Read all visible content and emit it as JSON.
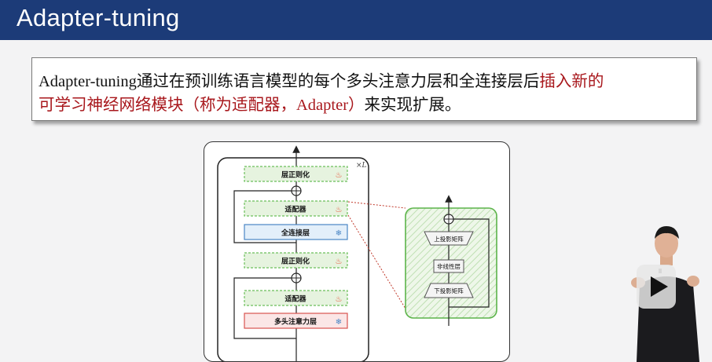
{
  "slide": {
    "title": "Adapter-tuning"
  },
  "callout": {
    "line1_normal": "Adapter-tuning通过在预训练语言模型的每个多头注意力层和全连接层后",
    "line1_highlight": "插入新的",
    "line2_highlight": "可学习神经网络模块（称为适配器，Adapter）",
    "line2_normal": "来实现扩展。"
  },
  "diagram": {
    "repeat_label": "×L",
    "blocks": {
      "norm_top": "层正则化",
      "adapter_top": "适配器",
      "ffn": "全连接层",
      "norm_mid": "层正则化",
      "adapter_bottom": "适配器",
      "mha": "多头注意力层"
    },
    "adapter_detail": {
      "up_proj": "上投影矩阵",
      "nonlinear": "非线性层",
      "down_proj": "下投影矩阵"
    },
    "icons": {
      "trainable": "fire-icon",
      "frozen": "snowflake-icon"
    },
    "colors": {
      "trainable_fill": "#e6f3df",
      "trainable_border": "#6bbf5a",
      "ffn_fill": "#e3effa",
      "ffn_border": "#4a86c5",
      "mha_fill": "#fbe6e6",
      "mha_border": "#d9534f",
      "fire": "#e8452c",
      "snow": "#4a86c5",
      "link": "#c0392b"
    }
  },
  "colors": {
    "header_bg": "#1c3b78",
    "highlight_text": "#a8171c"
  }
}
